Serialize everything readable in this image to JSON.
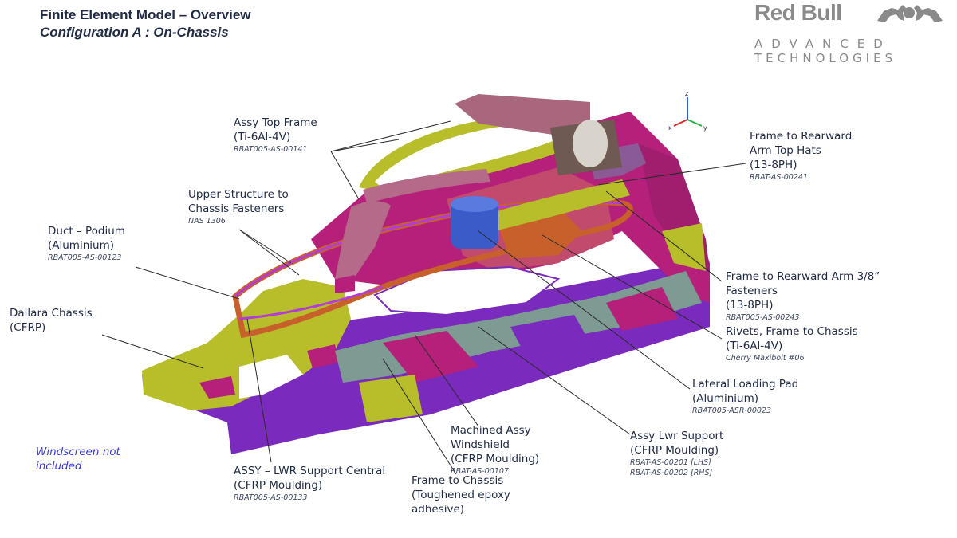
{
  "header": {
    "title": "Finite Element Model – Overview",
    "subtitle": "Configuration A : On-Chassis"
  },
  "logo": {
    "brand": "Red Bull",
    "line1": "ADVANCED",
    "line2": "TECHNOLOGIES"
  },
  "axis_triad": {
    "z": "z",
    "x": "x",
    "y": "y"
  },
  "labels": {
    "top_frame": {
      "l1": "Assy Top Frame",
      "l2": "(Ti-6Al-4V)",
      "pn": "RBAT005-AS-00141"
    },
    "top_hats": {
      "l1": "Frame to Rearward",
      "l2": "Arm Top Hats",
      "l3": "(13-8PH)",
      "pn": "RBAT-AS-00241"
    },
    "upper_fasteners": {
      "l1": "Upper Structure to",
      "l2": "Chassis Fasteners",
      "pn": "NAS 1306"
    },
    "duct": {
      "l1": "Duct – Podium",
      "l2": "(Aluminium)",
      "pn": "RBAT005-AS-00123"
    },
    "dallara": {
      "l1": "Dallara Chassis",
      "l2": "(CFRP)"
    },
    "arm_fasteners": {
      "l1": "Frame to Rearward Arm 3/8”",
      "l2": "Fasteners",
      "l3": "(13-8PH)",
      "pn": "RBAT005-AS-00243"
    },
    "rivets": {
      "l1": "Rivets, Frame to Chassis",
      "l2": "(Ti-6Al-4V)",
      "pn": "Cherry Maxibolt #06"
    },
    "loading_pad": {
      "l1": "Lateral Loading Pad",
      "l2": "(Aluminium)",
      "pn": "RBAT005-ASR-00023"
    },
    "windshield": {
      "l1": "Machined Assy",
      "l2": "Windshield",
      "l3": "(CFRP Moulding)",
      "pn": "RBAT-AS-00107"
    },
    "lwr_support": {
      "l1": "Assy Lwr Support",
      "l2": "(CFRP Moulding)",
      "pn1": "RBAT-AS-00201 [LHS]",
      "pn2": "RBAT-AS-00202 [RHS]"
    },
    "lwr_central": {
      "l1": "ASSY – LWR Support Central",
      "l2": "(CFRP Moulding)",
      "pn": "RBAT005-AS-00133"
    },
    "frame_chassis": {
      "l1": "Frame to Chassis",
      "l2": "(Toughened epoxy",
      "l3": "adhesive)"
    }
  },
  "note": {
    "l1": "Windscreen not",
    "l2": "included"
  },
  "colors": {
    "chassis_magenta": "#b4207a",
    "chassis_purple": "#7a2bbd",
    "yellow_green": "#b8bd2a",
    "frame_pink": "#b56a8a",
    "pad_blue": "#3b5bc8",
    "teal": "#7d9a93",
    "orange": "#c8602c"
  }
}
